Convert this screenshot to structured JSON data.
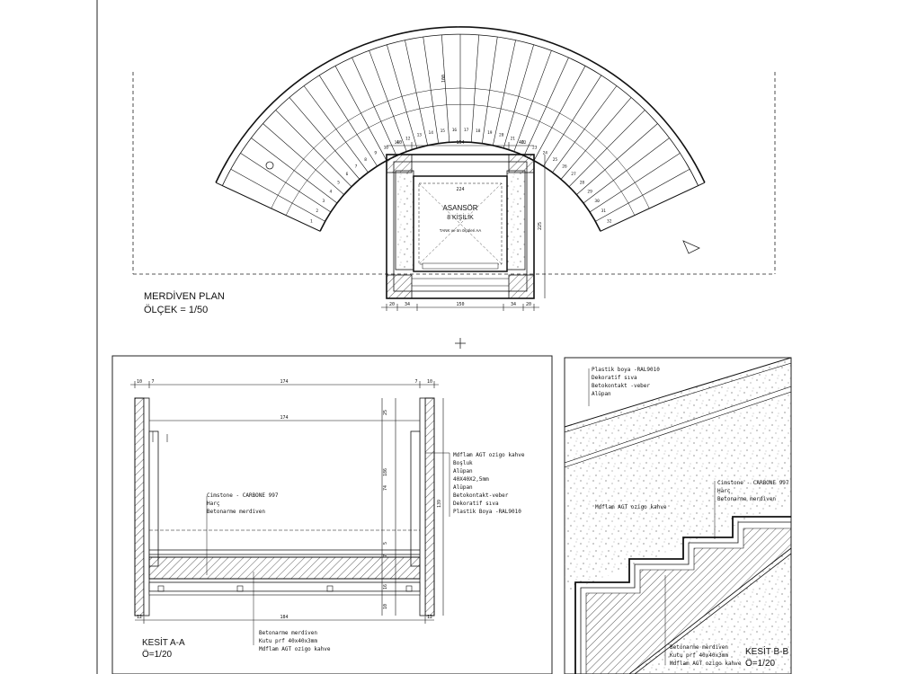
{
  "plan": {
    "title": "MERDİVEN PLAN",
    "scale": "ÖLÇEK = 1/50",
    "elevator_label": "ASANSÖR",
    "elevator_capacity": "8 KİŞİLİK",
    "elevator_note": "TANK ve ön ölçüleri AA",
    "dims_top": [
      "40",
      "154",
      "40"
    ],
    "dims_bottom": [
      "20",
      "34",
      "150",
      "34",
      "20"
    ],
    "dim_inner": "224",
    "dim_right": "225",
    "step_numbers": [
      "1",
      "2",
      "3",
      "4",
      "5",
      "6",
      "7",
      "8",
      "9",
      "10",
      "11",
      "12",
      "13",
      "14",
      "15",
      "16",
      "17",
      "18",
      "19",
      "20",
      "21",
      "22",
      "23",
      "24",
      "25",
      "26",
      "27",
      "28",
      "29",
      "30",
      "31",
      "32"
    ],
    "arc_dim": "100"
  },
  "section_aa": {
    "title": "KESİT A-A",
    "scale": "Ö=1/20",
    "dims_top": [
      "10",
      "7",
      "174",
      "7",
      "10"
    ],
    "dim_inner": "174",
    "dim_bottom": "184",
    "dims_bottom_sides": [
      "12",
      "12"
    ],
    "dims_right": [
      "25",
      "186",
      "74",
      "5",
      "7",
      "16",
      "10"
    ],
    "dim_far_right": "139",
    "callouts_right": [
      "Mdflam AGT ozigo kahve",
      "Boşluk",
      "Alüpan",
      "40X40X2,5mm",
      "Alüpan",
      "Betokontakt-veber",
      "Dekoratif sıva",
      "Plastik Boya -RAL9010"
    ],
    "callouts_mid": [
      "Cimstone - CARBONE 997",
      "Harç",
      "Betonarme merdiven"
    ],
    "callouts_bottom": [
      "Betonarme merdiven",
      "Kutu prf 40x40x3mm",
      "Mdflam AGT ozigo kahve"
    ]
  },
  "section_bb": {
    "title": "KESİT B-B",
    "scale": "Ö=1/20",
    "callouts_top": [
      "Plastik boya -RAL9010",
      "Dekoratif sıva",
      "Betokontakt -veber",
      "Alüpan"
    ],
    "callouts_mid": [
      "Cimstone - CARBONE 997",
      "Harç",
      "Betonarme merdiven"
    ],
    "callout_fill": "Mdflam AGT ozigo kahve",
    "callouts_bottom": [
      "Betonarme merdiven",
      "Kutu prf 40x40x3mm",
      "Mdflam AGT ozigo kahve"
    ]
  }
}
